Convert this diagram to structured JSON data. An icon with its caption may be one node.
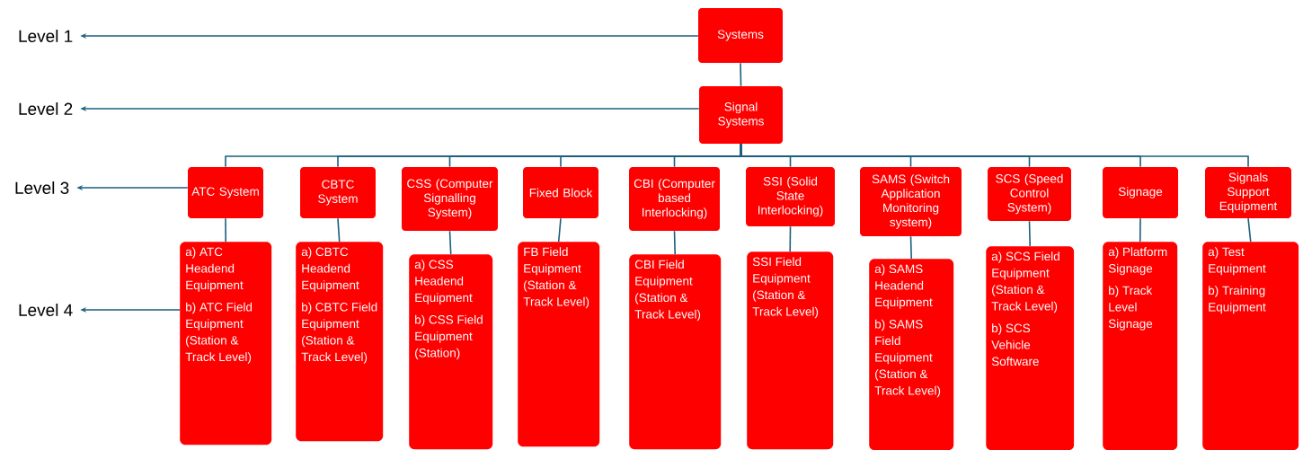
{
  "diagram": {
    "nodes": [
      {
        "text": [
          "Level 1"
        ]
      },
      {
        "text": [
          "Systems"
        ]
      },
      {
        "text": [
          "Level 2"
        ]
      },
      {
        "text": [
          "Signal Systems"
        ]
      },
      {
        "text": [
          "Level 3"
        ]
      },
      {
        "text": [
          "ATC System"
        ]
      },
      {
        "text": [
          "CBTC System"
        ]
      },
      {
        "text": [
          "CSS (Computer Signalling System)"
        ]
      },
      {
        "text": [
          "Fixed Block"
        ]
      },
      {
        "text": [
          "CBI (Computer based Interlocking)"
        ]
      },
      {
        "text": [
          "SSI (Solid State Interlocking)"
        ]
      },
      {
        "text": [
          "SAMS (Switch Application Monitoring system)"
        ]
      },
      {
        "text": [
          "SCS (Speed Control System)"
        ]
      },
      {
        "text": [
          "Signage"
        ]
      },
      {
        "text": [
          "Signals Support Equipment"
        ]
      },
      {
        "text": [
          "Level 4"
        ]
      },
      {
        "text": [
          "a) ATC Headend Equipment",
          "b) ATC Field Equipment (Station & Track Level)"
        ]
      },
      {
        "text": [
          "a) CBTC Headend Equipment",
          "b) CBTC Field Equipment (Station & Track Level)"
        ]
      },
      {
        "text": [
          "a) CSS Headend Equipment",
          "b) CSS Field Equipment (Station)"
        ]
      },
      {
        "text": [
          "FB Field Equipment (Station & Track Level)"
        ]
      },
      {
        "text": [
          "CBI Field Equipment (Station & Track Level)"
        ]
      },
      {
        "text": [
          "SSI Field Equipment (Station & Track Level)"
        ]
      },
      {
        "text": [
          "a) SAMS Headend Equipment",
          "b) SAMS Field Equipment (Station & Track Level)"
        ]
      },
      {
        "text": [
          "a) SCS Field Equipment (Station & Track Level)",
          "b) SCS Vehicle Software"
        ]
      },
      {
        "text": [
          "a) Platform Signage",
          "b) Track Level Signage"
        ]
      },
      {
        "text": [
          "a) Test Equipment",
          "b) Training Equipment"
        ]
      }
    ],
    "edges": [
      {
        "from": 1,
        "to": 0,
        "arrow": "to"
      },
      {
        "from": 3,
        "to": 2,
        "arrow": "to"
      },
      {
        "from": 5,
        "to": 4,
        "arrow": "to"
      },
      {
        "from": 16,
        "to": 15,
        "arrow": "to"
      },
      {
        "from": 1,
        "to": 3,
        "arrow": "none"
      },
      {
        "from": 3,
        "to": 5,
        "arrow": "none"
      },
      {
        "from": 3,
        "to": 6,
        "arrow": "none"
      },
      {
        "from": 3,
        "to": 7,
        "arrow": "none"
      },
      {
        "from": 3,
        "to": 8,
        "arrow": "none"
      },
      {
        "from": 3,
        "to": 9,
        "arrow": "none"
      },
      {
        "from": 3,
        "to": 10,
        "arrow": "none"
      },
      {
        "from": 3,
        "to": 11,
        "arrow": "none"
      },
      {
        "from": 3,
        "to": 12,
        "arrow": "none"
      },
      {
        "from": 3,
        "to": 13,
        "arrow": "none"
      },
      {
        "from": 3,
        "to": 14,
        "arrow": "none"
      },
      {
        "from": 5,
        "to": 16,
        "arrow": "none"
      },
      {
        "from": 6,
        "to": 17,
        "arrow": "none"
      },
      {
        "from": 7,
        "to": 18,
        "arrow": "none"
      },
      {
        "from": 8,
        "to": 19,
        "arrow": "none"
      },
      {
        "from": 9,
        "to": 20,
        "arrow": "none"
      },
      {
        "from": 10,
        "to": 21,
        "arrow": "none"
      },
      {
        "from": 11,
        "to": 22,
        "arrow": "none"
      },
      {
        "from": 12,
        "to": 23,
        "arrow": "none"
      },
      {
        "from": 13,
        "to": 24,
        "arrow": "none"
      },
      {
        "from": 14,
        "to": 25,
        "arrow": "none"
      }
    ]
  }
}
